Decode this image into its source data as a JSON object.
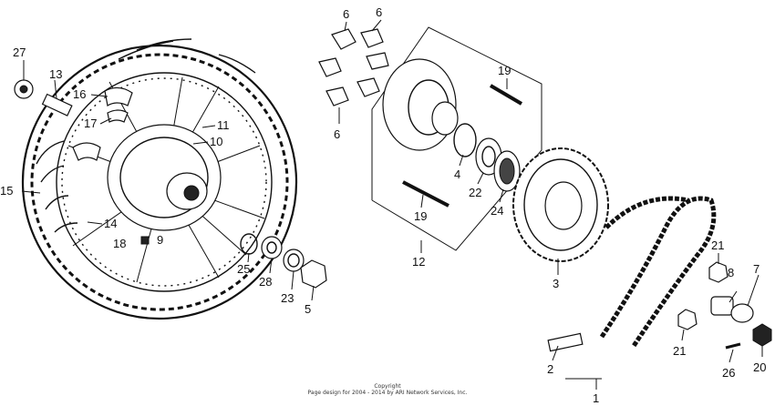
{
  "copyright": {
    "line1": "Copyright",
    "line2": "Page design for 2004 - 2014 by ARI Network Services, Inc."
  },
  "callouts": [
    {
      "id": "c27",
      "text": "27"
    },
    {
      "id": "c13",
      "text": "13"
    },
    {
      "id": "c16",
      "text": "16"
    },
    {
      "id": "c17",
      "text": "17"
    },
    {
      "id": "c11",
      "text": "11"
    },
    {
      "id": "c10",
      "text": "10"
    },
    {
      "id": "c15",
      "text": "15"
    },
    {
      "id": "c14",
      "text": "14"
    },
    {
      "id": "c18",
      "text": "18"
    },
    {
      "id": "c9",
      "text": "9"
    },
    {
      "id": "c25",
      "text": "25"
    },
    {
      "id": "c28",
      "text": "28"
    },
    {
      "id": "c23",
      "text": "23"
    },
    {
      "id": "c5",
      "text": "5"
    },
    {
      "id": "c6a",
      "text": "6"
    },
    {
      "id": "c6b",
      "text": "6"
    },
    {
      "id": "c6c",
      "text": "6"
    },
    {
      "id": "c19a",
      "text": "19"
    },
    {
      "id": "c19b",
      "text": "19"
    },
    {
      "id": "c4",
      "text": "4"
    },
    {
      "id": "c22",
      "text": "22"
    },
    {
      "id": "c24",
      "text": "24"
    },
    {
      "id": "c12",
      "text": "12"
    },
    {
      "id": "c3",
      "text": "3"
    },
    {
      "id": "c21a",
      "text": "21"
    },
    {
      "id": "c21b",
      "text": "21"
    },
    {
      "id": "c8",
      "text": "8"
    },
    {
      "id": "c7",
      "text": "7"
    },
    {
      "id": "c2",
      "text": "2"
    },
    {
      "id": "c1",
      "text": "1"
    },
    {
      "id": "c26",
      "text": "26"
    },
    {
      "id": "c20",
      "text": "20"
    }
  ]
}
